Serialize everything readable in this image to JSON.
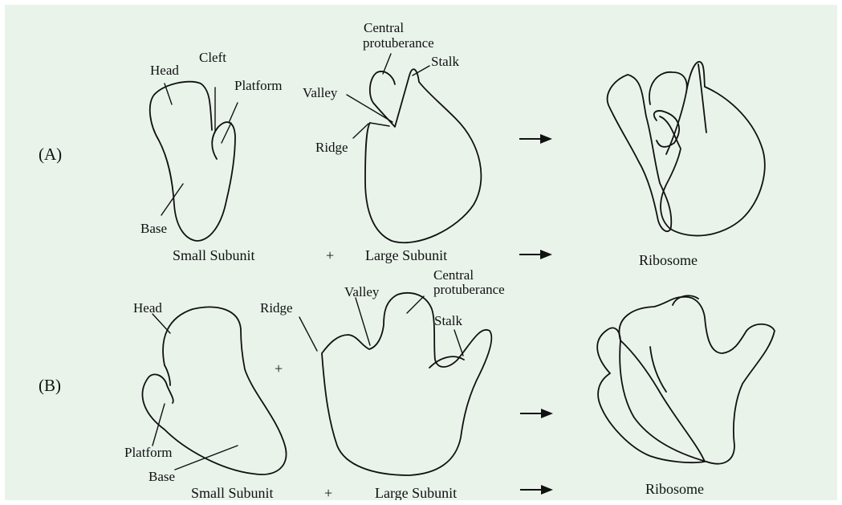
{
  "colors": {
    "background": "#e9f3ea",
    "ink": "#111111"
  },
  "panels": {
    "a": "(A)",
    "b": "(B)"
  },
  "labels": {
    "head": "Head",
    "cleft": "Cleft",
    "platform": "Platform",
    "base": "Base",
    "valley": "Valley",
    "ridge": "Ridge",
    "central_line1": "Central",
    "central_line2": "protuberance",
    "stalk": "Stalk"
  },
  "captions": {
    "small": "Small Subunit",
    "large": "Large Subunit",
    "plus": "+",
    "ribosome": "Ribosome"
  }
}
